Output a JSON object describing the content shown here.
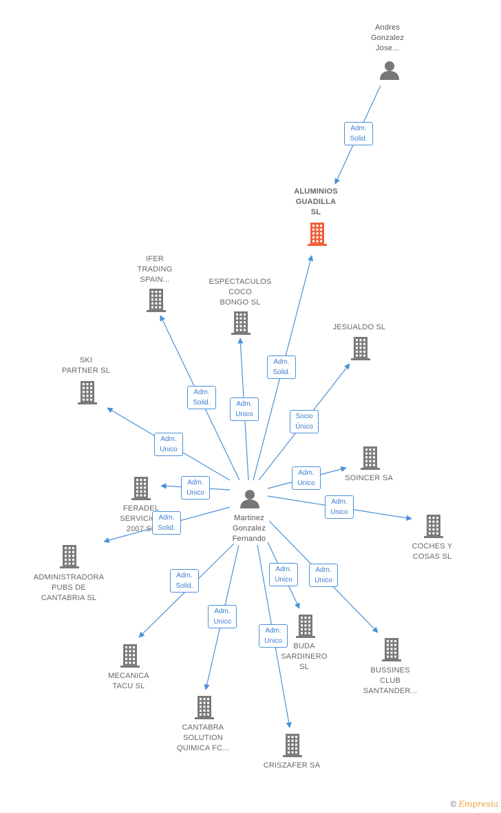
{
  "colors": {
    "edge": "#4a90d9",
    "company": "#7a7a7a",
    "focus_company": "#f0603a",
    "person": "#777777"
  },
  "nodes": [
    {
      "id": "andres",
      "type": "person-icon",
      "label": "Andres\nGonzalez\nJose..."
    },
    {
      "id": "aluminios",
      "type": "focus-building-icon",
      "label": "ALUMINIOS\nGUADILLA\nSL"
    },
    {
      "id": "ifer",
      "type": "building-icon",
      "label": "IFER\nTRADING\nSPAIN..."
    },
    {
      "id": "espectaculos",
      "type": "building-icon",
      "label": "ESPECTACULOS\nCOCO\nBONGO SL"
    },
    {
      "id": "jesualdo",
      "type": "building-icon",
      "label": "JESUALDO SL"
    },
    {
      "id": "ski",
      "type": "building-icon",
      "label": "SKI\nPARTNER SL"
    },
    {
      "id": "soincer",
      "type": "building-icon",
      "label": "SOINCER SA"
    },
    {
      "id": "feradel",
      "type": "building-icon",
      "label": "FERADEL\nSERVICIOS\n2007 SL"
    },
    {
      "id": "martinez",
      "type": "person-icon",
      "label": "Martinez\nGonzalez\nFernando"
    },
    {
      "id": "coches",
      "type": "building-icon",
      "label": "COCHES Y\nCOSAS SL"
    },
    {
      "id": "administradora",
      "type": "building-icon",
      "label": "ADMINISTRADORA\nPUBS DE\nCANTABRIA SL"
    },
    {
      "id": "buda",
      "type": "building-icon",
      "label": "BUDA\nSARDINERO\nSL"
    },
    {
      "id": "bussines",
      "type": "building-icon",
      "label": "BUSSINES\nCLUB\nSANTANDER..."
    },
    {
      "id": "mecanica",
      "type": "building-icon",
      "label": "MECANICA\nTACU SL"
    },
    {
      "id": "cantabra",
      "type": "building-icon",
      "label": "CANTABRA\nSOLUTION\nQUIMICA FC..."
    },
    {
      "id": "criszafer",
      "type": "building-icon",
      "label": "CRISZAFER SA"
    }
  ],
  "edges": [
    {
      "from": "andres",
      "to": "aluminios",
      "label": "Adm.\nSolid."
    },
    {
      "from": "martinez",
      "to": "aluminios",
      "label": "Adm.\nSolid."
    },
    {
      "from": "martinez",
      "to": "ifer",
      "label": "Adm.\nSolid."
    },
    {
      "from": "martinez",
      "to": "espectaculos",
      "label": "Adm.\nUnico"
    },
    {
      "from": "martinez",
      "to": "jesualdo",
      "label": "Socio\nÚnico"
    },
    {
      "from": "martinez",
      "to": "ski",
      "label": "Adm.\nUnico"
    },
    {
      "from": "martinez",
      "to": "soincer",
      "label": "Adm.\nUnico"
    },
    {
      "from": "martinez",
      "to": "feradel",
      "label": "Adm.\nUnico"
    },
    {
      "from": "martinez",
      "to": "coches",
      "label": "Adm.\nUnico"
    },
    {
      "from": "martinez",
      "to": "administradora",
      "label": "Adm.\nSolid."
    },
    {
      "from": "martinez",
      "to": "buda",
      "label": "Adm.\nUnico"
    },
    {
      "from": "martinez",
      "to": "bussines",
      "label": "Adm.\nUnico"
    },
    {
      "from": "martinez",
      "to": "mecanica",
      "label": "Adm.\nSolid."
    },
    {
      "from": "martinez",
      "to": "cantabra",
      "label": "Adm.\nUnico"
    },
    {
      "from": "martinez",
      "to": "criszafer",
      "label": "Adm.\nUnico"
    }
  ],
  "watermark": {
    "copyright": "©",
    "brand": "Empresia"
  }
}
